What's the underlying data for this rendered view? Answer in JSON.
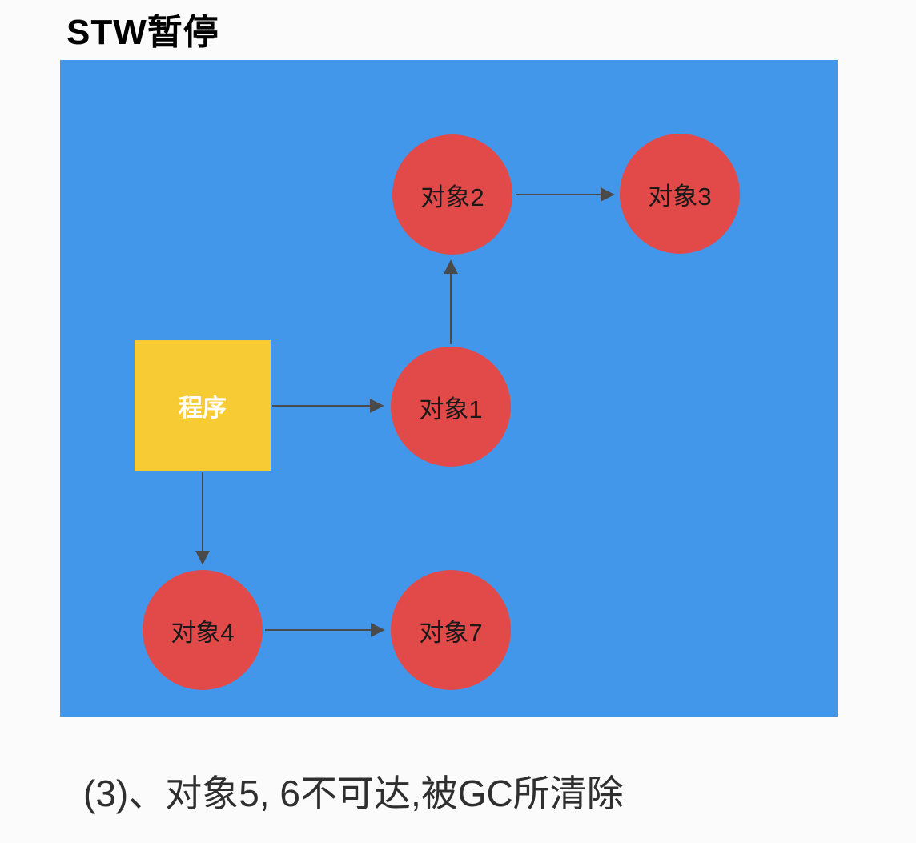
{
  "title": "STW暂停",
  "caption": "(3)、对象5, 6不可达,被GC所清除",
  "colors": {
    "panel_blue": "#4397EB",
    "node_red": "#E24A4A",
    "program_yellow": "#F6CB33",
    "arrow_gray": "#4a4a4a"
  },
  "diagram": {
    "program": {
      "label": "程序"
    },
    "nodes": [
      {
        "id": "obj2",
        "label": "对象2"
      },
      {
        "id": "obj3",
        "label": "对象3"
      },
      {
        "id": "obj1",
        "label": "对象1"
      },
      {
        "id": "obj4",
        "label": "对象4"
      },
      {
        "id": "obj7",
        "label": "对象7"
      }
    ],
    "edges": [
      {
        "from": "程序",
        "to": "对象1"
      },
      {
        "from": "对象1",
        "to": "对象2"
      },
      {
        "from": "对象2",
        "to": "对象3"
      },
      {
        "from": "程序",
        "to": "对象4"
      },
      {
        "from": "对象4",
        "to": "对象7"
      }
    ]
  }
}
